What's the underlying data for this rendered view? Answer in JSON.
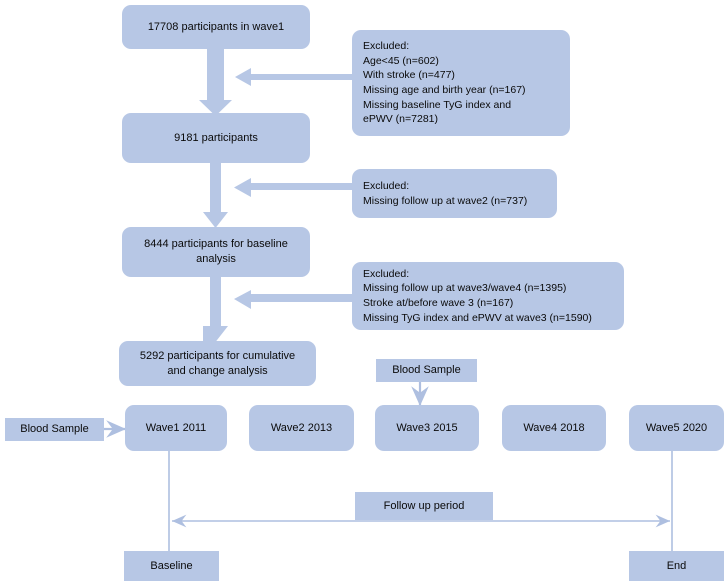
{
  "diagram": {
    "title": "Participant flow diagram (CHARLS waves 1-5)",
    "accent_color": "#b7c7e5",
    "line_color": "#aebfe0",
    "text_color": "#0a0a0a",
    "background": "#ffffff"
  },
  "flow": {
    "nodes": [
      {
        "id": "wave1-total",
        "label": "17708 participants in wave1"
      },
      {
        "id": "n9181",
        "label": "9181 participants"
      },
      {
        "id": "n8444",
        "label": "8444 participants for baseline\nanalysis"
      },
      {
        "id": "n5292",
        "label": "5292 participants for cumulative\nand change analysis"
      }
    ],
    "exclusions": [
      {
        "id": "exclusion-1",
        "label": "Excluded:\nAge<45 (n=602)\nWith stroke (n=477)\nMissing age and birth year (n=167)\nMissing baseline TyG index and\nePWV  (n=7281)"
      },
      {
        "id": "exclusion-2",
        "label": "Excluded:\nMissing follow up at wave2 (n=737)"
      },
      {
        "id": "exclusion-3",
        "label": "Excluded:\nMissing follow up at wave3/wave4 (n=1395)\nStroke at/before wave 3 (n=167)\nMissing TyG index and ePWV at wave3 (n=1590)"
      }
    ]
  },
  "timeline": {
    "waves": [
      {
        "id": "wave1",
        "label": "Wave1  2011"
      },
      {
        "id": "wave2",
        "label": "Wave2  2013"
      },
      {
        "id": "wave3",
        "label": "Wave3  2015"
      },
      {
        "id": "wave4",
        "label": "Wave4  2018"
      },
      {
        "id": "wave5",
        "label": "Wave5  2020"
      }
    ],
    "blood_sample_wave1": "Blood Sample",
    "blood_sample_wave3": "Blood Sample",
    "follow_up_label": "Follow up period",
    "baseline_label": "Baseline",
    "end_label": "End"
  }
}
